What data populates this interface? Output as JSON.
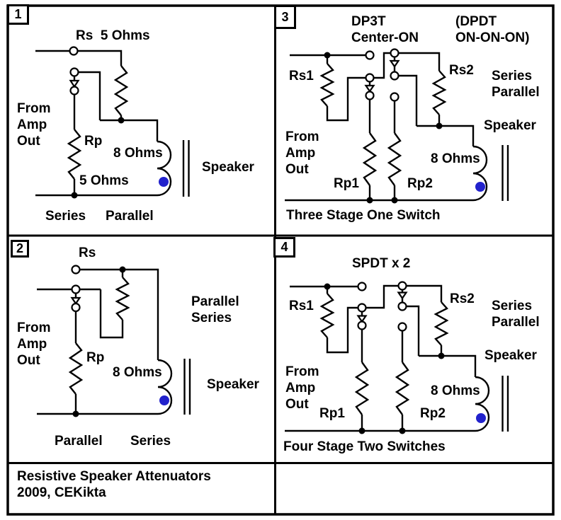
{
  "colors": {
    "wire": "#000000",
    "terminal_dot_blue": "#2222cc",
    "background": "#ffffff"
  },
  "footer": {
    "line1": "Resistive Speaker Attenuators",
    "line2": "2009, CEKikta"
  },
  "diagram": {
    "panel1": {
      "number": "1",
      "title": "Rs  5 Ohms",
      "source": "From\nAmp\nOut",
      "rp_label": "Rp",
      "speaker_impedance": "8 Ohms",
      "tap_value": "5 Ohms",
      "speaker_label": "Speaker",
      "caption_left": "Series",
      "caption_right": "Parallel"
    },
    "panel2": {
      "number": "2",
      "title": "Rs",
      "source": "From\nAmp\nOut",
      "rp_label": "Rp",
      "mode": "Parallel\nSeries",
      "speaker_impedance": "8 Ohms",
      "speaker_label": "Speaker",
      "caption_left": "Parallel",
      "caption_right": "Series"
    },
    "panel3": {
      "number": "3",
      "title": "DP3T\nCenter-ON",
      "subtitle": "(DPDT\nON-ON-ON)",
      "rs1_label": "Rs1",
      "rs2_label": "Rs2",
      "mode": "Series\nParallel",
      "speaker_label": "Speaker",
      "source": "From\nAmp\nOut",
      "rp1_label": "Rp1",
      "rp2_label": "Rp2",
      "speaker_impedance": "8 Ohms",
      "caption": "Three Stage One Switch"
    },
    "panel4": {
      "number": "4",
      "title": "SPDT x 2",
      "rs1_label": "Rs1",
      "rs2_label": "Rs2",
      "mode": "Series\nParallel",
      "speaker_label": "Speaker",
      "source": "From\nAmp\nOut",
      "rp1_label": "Rp1",
      "rp2_label": "Rp2",
      "speaker_impedance": "8 Ohms",
      "caption": "Four Stage Two Switches"
    }
  }
}
